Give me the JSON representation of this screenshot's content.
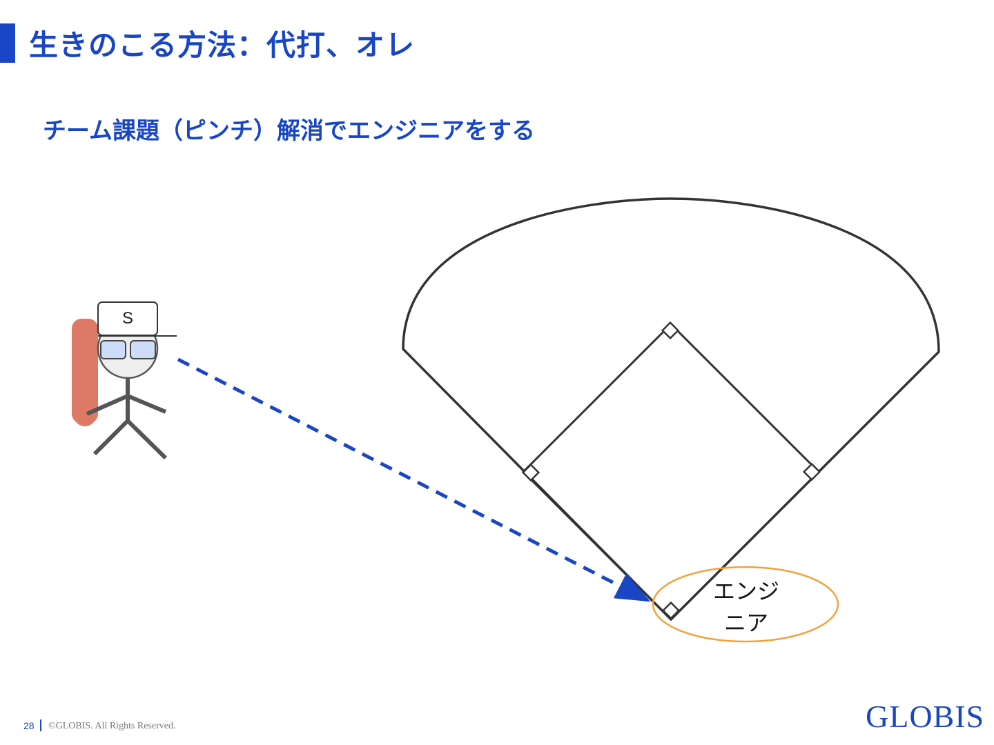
{
  "slide": {
    "title": "生きのこる方法：代打、オレ",
    "subtitle": "チーム課題（ピンチ）解消でエンジニアをする"
  },
  "figure": {
    "cap_letter": "S",
    "base_label": "エンジ\nニア"
  },
  "footer": {
    "page_number": "28",
    "copyright": "©GLOBIS. All Rights Reserved.",
    "logo": "GLOBIS"
  },
  "colors": {
    "accent": "#1846c4",
    "bat": "#dd7a66",
    "glasses": "#cddcf8",
    "highlight_ellipse": "#f0a33c",
    "field_line": "#333333"
  }
}
